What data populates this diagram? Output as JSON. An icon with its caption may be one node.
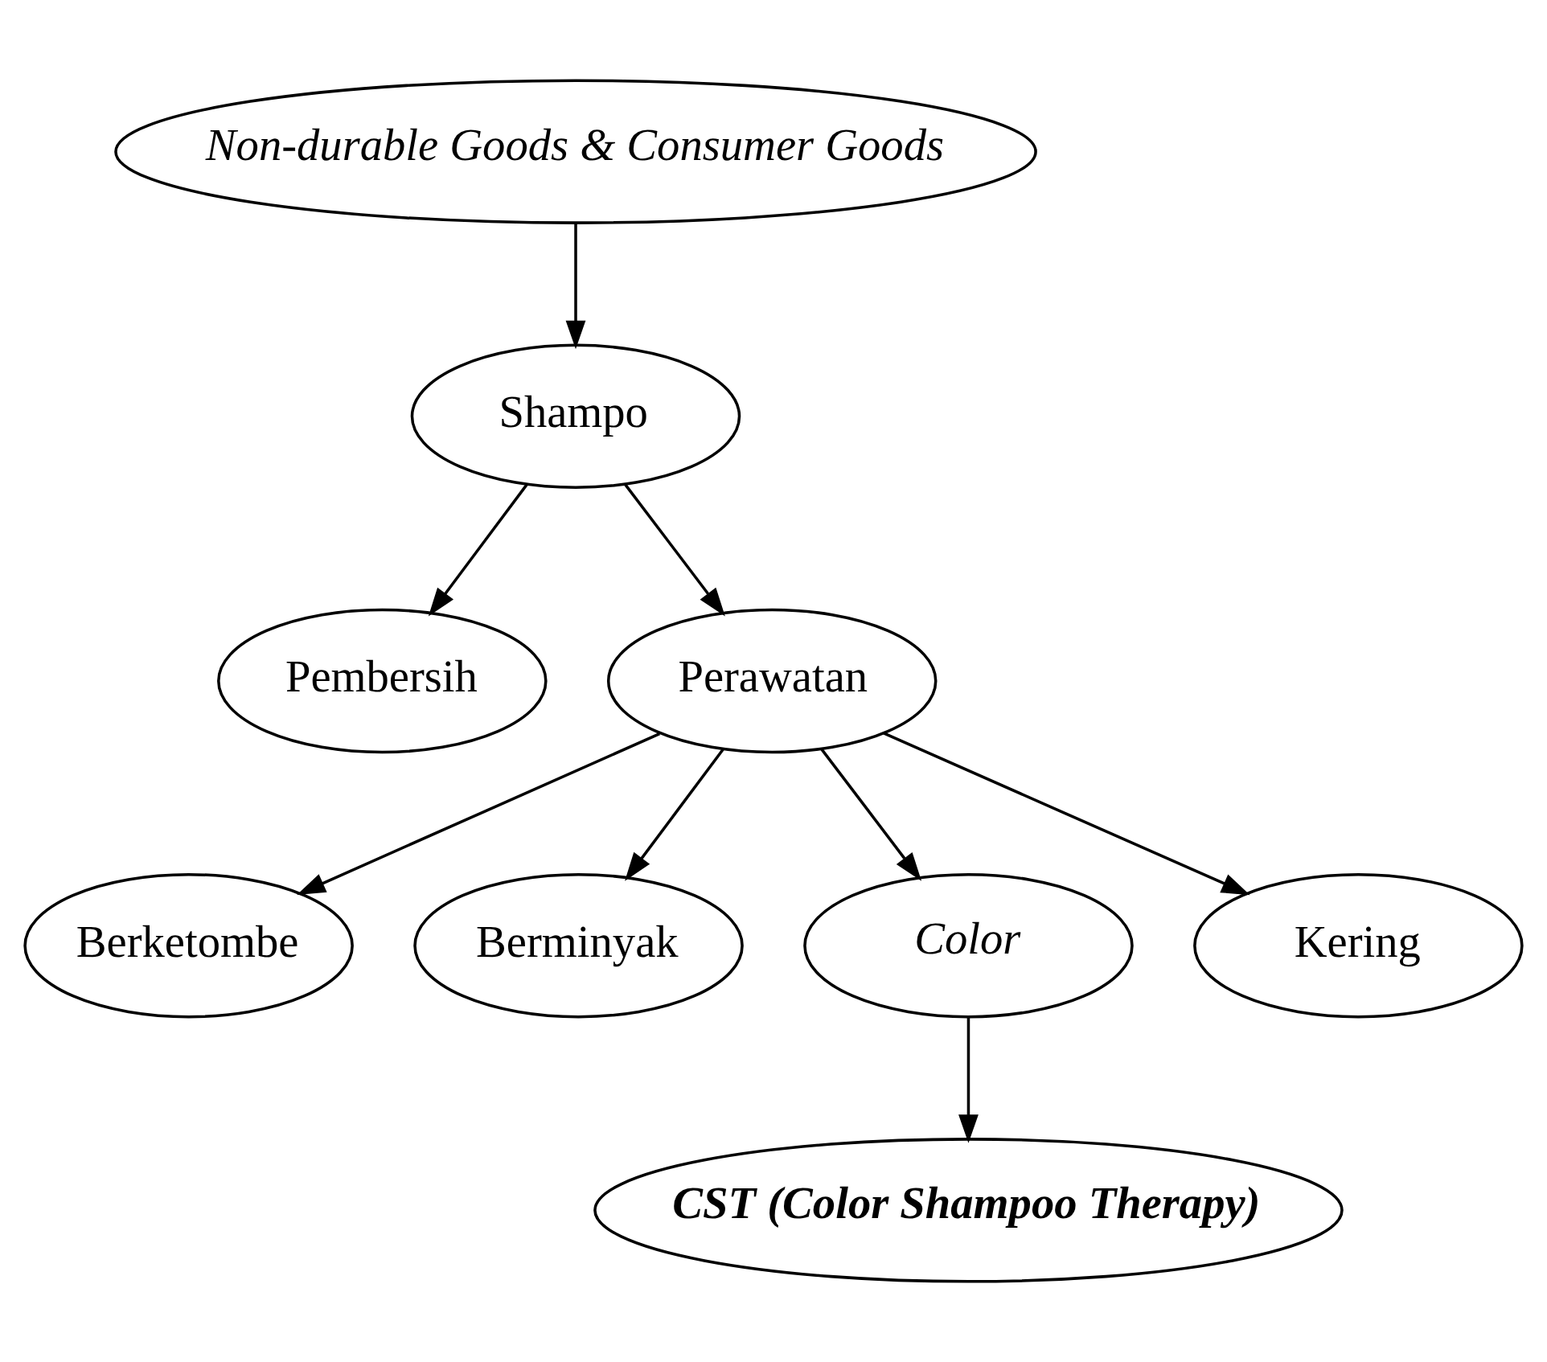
{
  "diagram": {
    "nodes": [
      {
        "text": [
          "Non-durable Goods & Consumer Goods"
        ]
      },
      {
        "text": [
          "Shampo"
        ]
      },
      {
        "text": [
          "Pembersih"
        ]
      },
      {
        "text": [
          "Perawatan"
        ]
      },
      {
        "text": [
          "Berketombe"
        ]
      },
      {
        "text": [
          "Berminyak"
        ]
      },
      {
        "text": [
          "Color"
        ]
      },
      {
        "text": [
          "Kering"
        ]
      },
      {
        "text": [
          "CST (Color Shampoo Therapy)"
        ]
      }
    ],
    "edges": [
      {
        "from": 0,
        "to": 1,
        "arrow": "to"
      },
      {
        "from": 1,
        "to": 2,
        "arrow": "to"
      },
      {
        "from": 1,
        "to": 3,
        "arrow": "to"
      },
      {
        "from": 3,
        "to": 4,
        "arrow": "to"
      },
      {
        "from": 3,
        "to": 5,
        "arrow": "to"
      },
      {
        "from": 3,
        "to": 6,
        "arrow": "to"
      },
      {
        "from": 3,
        "to": 7,
        "arrow": "to"
      },
      {
        "from": 6,
        "to": 8,
        "arrow": "to"
      }
    ]
  }
}
